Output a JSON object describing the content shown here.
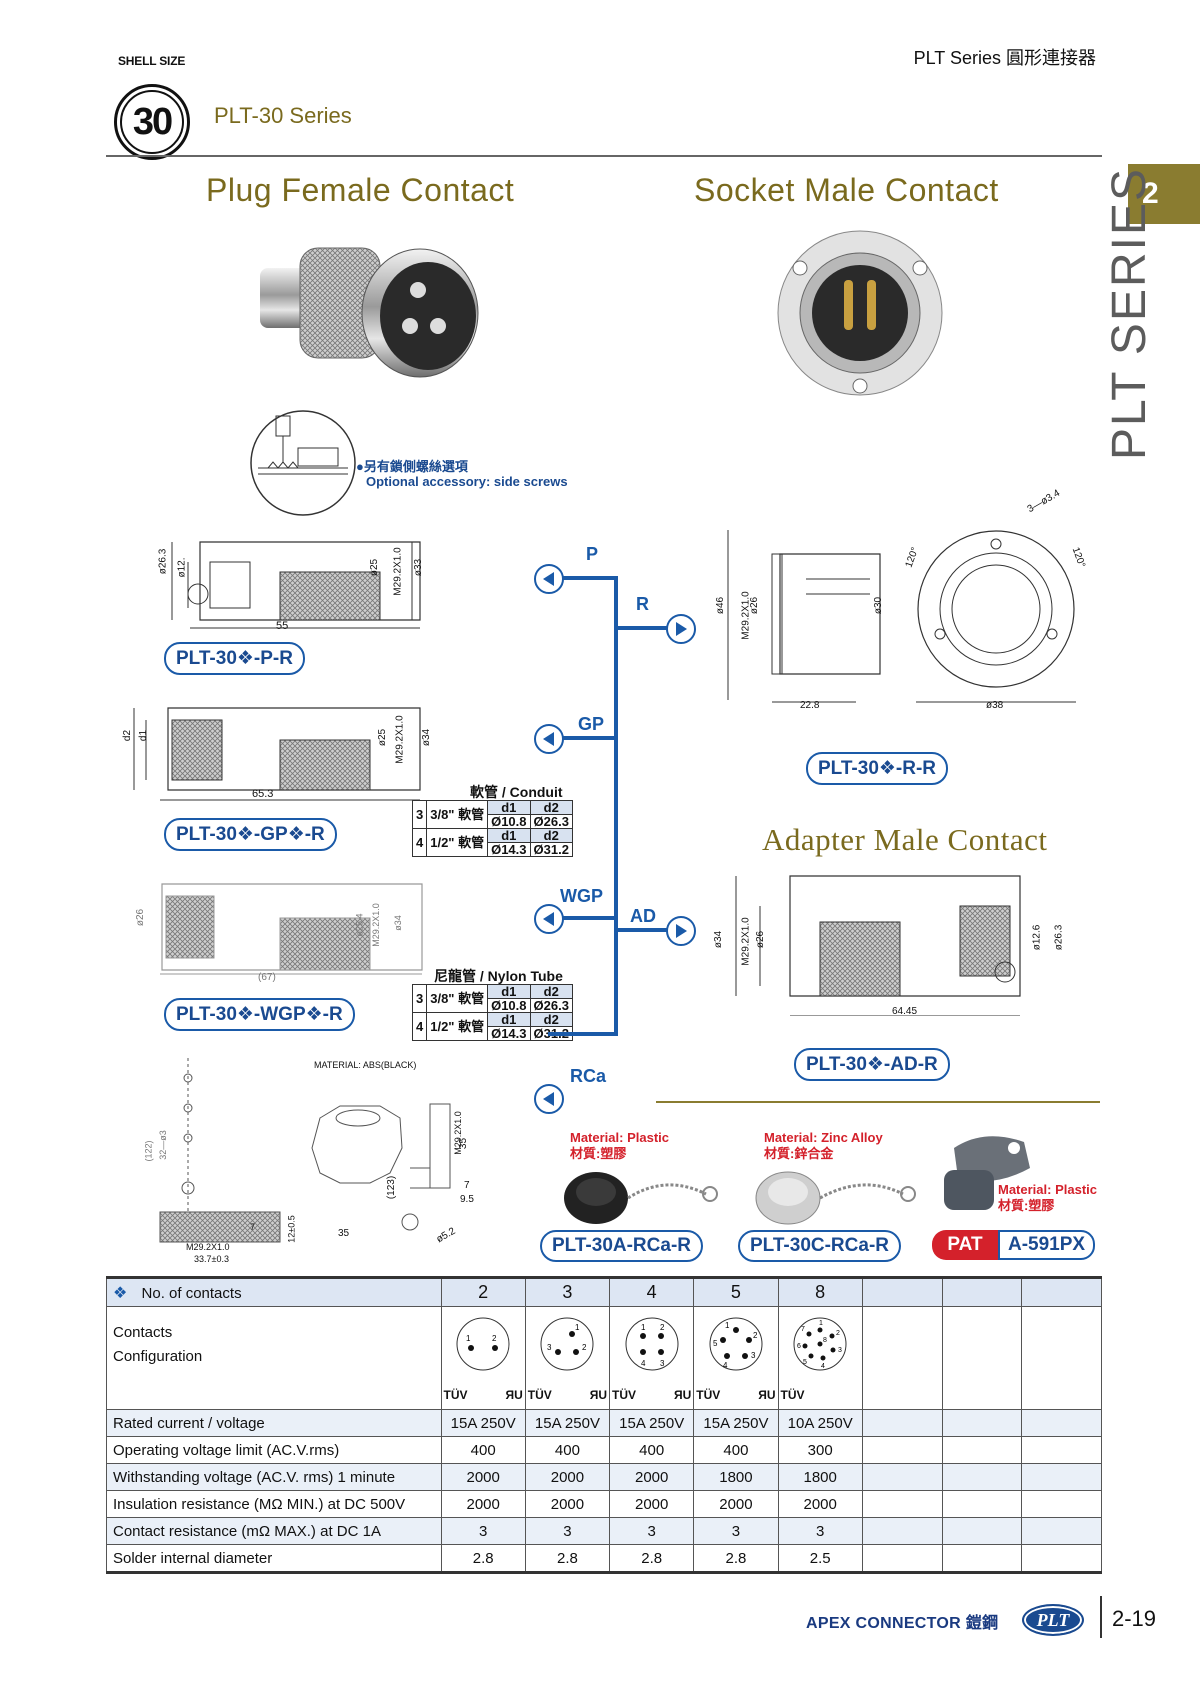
{
  "header": {
    "shell_size_label": "SHELL SIZE",
    "shell_size": "30",
    "series_title": "PLT-30 Series",
    "top_right": "PLT Series 圓形連接器"
  },
  "side_tab": {
    "number": "2",
    "vertical_text": "PLT SERIES"
  },
  "headings": {
    "plug": "Plug Female Contact",
    "socket": "Socket Male Contact",
    "adapter": "Adapter Male Contact"
  },
  "accessory_note": {
    "zh": "●另有鎖側螺絲選項",
    "en": "Optional accessory: side screws"
  },
  "parts": {
    "p_r": "PLT-30❖-P-R",
    "gp_r": "PLT-30❖-GP❖-R",
    "wgp_r": "PLT-30❖-WGP❖-R",
    "r_r": "PLT-30❖-R-R",
    "ad_r": "PLT-30❖-AD-R",
    "rca_a": "PLT-30A-RCa-R",
    "rca_c": "PLT-30C-RCa-R",
    "pat_label": "PAT",
    "pat_part": "A-591PX"
  },
  "branches": {
    "p": "P",
    "r": "R",
    "gp": "GP",
    "wgp": "WGP",
    "ad": "AD",
    "rca": "RCa"
  },
  "dims": {
    "plug_len": "55",
    "plug_d1": "ø26.3",
    "plug_d2": "ø12.",
    "plug_d3": "ø25",
    "plug_d4": "M29.2X1.0",
    "plug_d5": "ø33",
    "gp_len": "65.3",
    "gp_d1": "d2",
    "gp_d2": "d1",
    "gp_d3": "ø25",
    "gp_d4": "M29.2X1.0",
    "gp_d5": "ø34",
    "wgp_len": "(67)",
    "wgp_d1": "ø26",
    "wgp_d2": "ø25.4",
    "wgp_d3": "M29.2X1.0",
    "wgp_d4": "ø34",
    "socket_w": "22.8",
    "socket_flange": "ø38",
    "socket_d1": "ø46",
    "socket_d2": "M29.2X1.0",
    "socket_d3": "ø26",
    "socket_d4": "ø30",
    "socket_holes": "3—ø3.4",
    "socket_ang1": "120°",
    "socket_ang2": "120°",
    "ad_len": "64.45",
    "ad_d1": "ø34",
    "ad_d2": "M29.2X1.0",
    "ad_d3": "ø26",
    "ad_d4": "ø12.6",
    "ad_d5": "ø26.3",
    "cap_material": "MATERIAL: ABS(BLACK)",
    "cap_35": "35",
    "cap_m": "M29.2X1.0",
    "cap_123": "(123)",
    "cap_7": "7",
    "cap_95": "9.5",
    "cap_52": "ø5.2",
    "cap_w35": "35",
    "cap_m2": "M29.2X1.0",
    "cap_337": "33.7±0.3",
    "cap_121": "12±0.5",
    "cap_122": "(122)",
    "cap_32": "32—ø3",
    "cap_7b": "7"
  },
  "conduit": {
    "title": "軟管 / Conduit",
    "rows": [
      {
        "n": "3",
        "size": "3/8\" 軟管",
        "d1": "Ø10.8",
        "d2": "Ø26.3"
      },
      {
        "n": "4",
        "size": "1/2\" 軟管",
        "d1": "Ø14.3",
        "d2": "Ø31.2"
      }
    ],
    "h_d1": "d1",
    "h_d2": "d2"
  },
  "nylon": {
    "title": "尼龍管 / Nylon Tube",
    "rows": [
      {
        "n": "3",
        "size": "3/8\" 軟管",
        "d1": "Ø10.8",
        "d2": "Ø26.3"
      },
      {
        "n": "4",
        "size": "1/2\" 軟管",
        "d1": "Ø14.3",
        "d2": "Ø31.2"
      }
    ],
    "h_d1": "d1",
    "h_d2": "d2"
  },
  "materials": {
    "a_en": "Material: Plastic",
    "a_zh": "材質:塑膠",
    "c_en": "Material: Zinc Alloy",
    "c_zh": "材質:鋅合金",
    "px_en": "Material: Plastic",
    "px_zh": "材質:塑膠"
  },
  "spec": {
    "header": "No. of contacts",
    "contacts": [
      "2",
      "3",
      "4",
      "5",
      "8"
    ],
    "config_label_1": "Contacts",
    "config_label_2": "Configuration",
    "cert_tuv": "TÜV",
    "cert_ul": "ЯU",
    "rows": [
      {
        "label": "Rated current / voltage",
        "values": [
          "15A 250V",
          "15A 250V",
          "15A 250V",
          "15A 250V",
          "10A 250V"
        ]
      },
      {
        "label": "Operating voltage limit (AC.V.rms)",
        "values": [
          "400",
          "400",
          "400",
          "400",
          "300"
        ]
      },
      {
        "label": "Withstanding voltage (AC.V. rms) 1 minute",
        "values": [
          "2000",
          "2000",
          "2000",
          "1800",
          "1800"
        ]
      },
      {
        "label": "Insulation resistance (MΩ MIN.) at DC 500V",
        "values": [
          "2000",
          "2000",
          "2000",
          "2000",
          "2000"
        ]
      },
      {
        "label": "Contact resistance (mΩ MAX.) at DC 1A",
        "values": [
          "3",
          "3",
          "3",
          "3",
          "3"
        ]
      },
      {
        "label": "Solder internal diameter",
        "values": [
          "2.8",
          "2.8",
          "2.8",
          "2.8",
          "2.5"
        ]
      }
    ],
    "pins": {
      "c2": [
        "1",
        "2"
      ],
      "c3": [
        "1",
        "2",
        "3"
      ],
      "c4": [
        "1",
        "2",
        "3",
        "4"
      ],
      "c5": [
        "1",
        "2",
        "3",
        "4",
        "5"
      ],
      "c8": [
        "1",
        "2",
        "3",
        "4",
        "5",
        "6",
        "7",
        "8"
      ]
    }
  },
  "footer": {
    "brand": "APEX CONNECTOR 鎧鋼",
    "logo": "PLT",
    "page": "2-19"
  }
}
